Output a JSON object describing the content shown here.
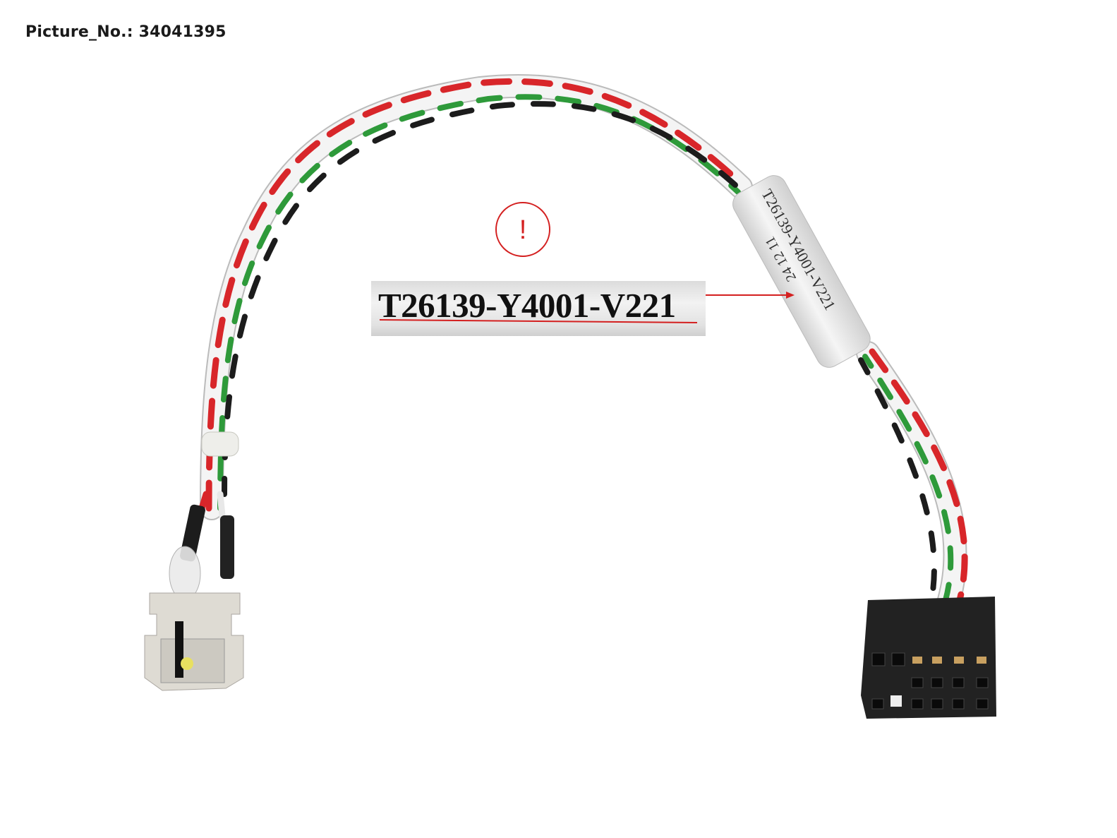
{
  "header": {
    "picture_number_label": "Picture_No.: 34041395"
  },
  "callout": {
    "part_number": "T26139-Y4001-V221",
    "warning_icon": "exclamation-circle-icon",
    "accent_color": "#d42020"
  },
  "tube_print": {
    "part_number_rotated": "T26139-Y4001-V221",
    "date_code": "24 12 11"
  },
  "wire_colors": {
    "red": "#d8262a",
    "white": "#f4f4f4",
    "black": "#1c1c1c",
    "green": "#2e9a3a"
  }
}
